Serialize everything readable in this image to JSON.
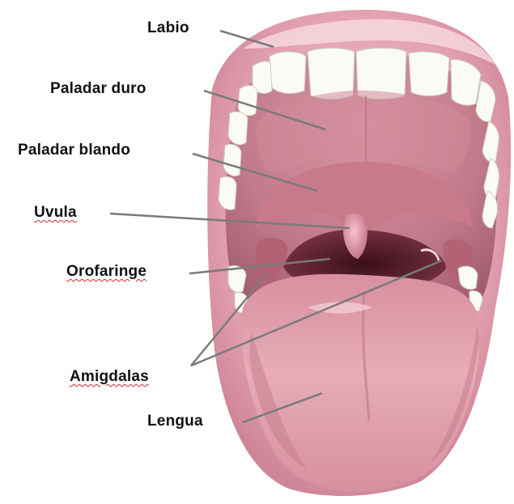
{
  "labels": {
    "labio": "Labio",
    "paladar_duro": "Paladar duro",
    "paladar_blando": "Paladar blando",
    "uvula": "Uvula",
    "orofaringe": "Orofaringe",
    "amigdalas": "Amigdalas",
    "lengua": "Lengua"
  },
  "colors": {
    "lip": "#d98fa0",
    "lip_light": "#f2c4cd",
    "palate": "#c17a8b",
    "throat": "#5a2030",
    "tongue": "#e1a3b0",
    "teeth": "#fbfbf6",
    "leader_line": "#7a7a7a",
    "spellcheck_underline": "#d42a2a"
  }
}
